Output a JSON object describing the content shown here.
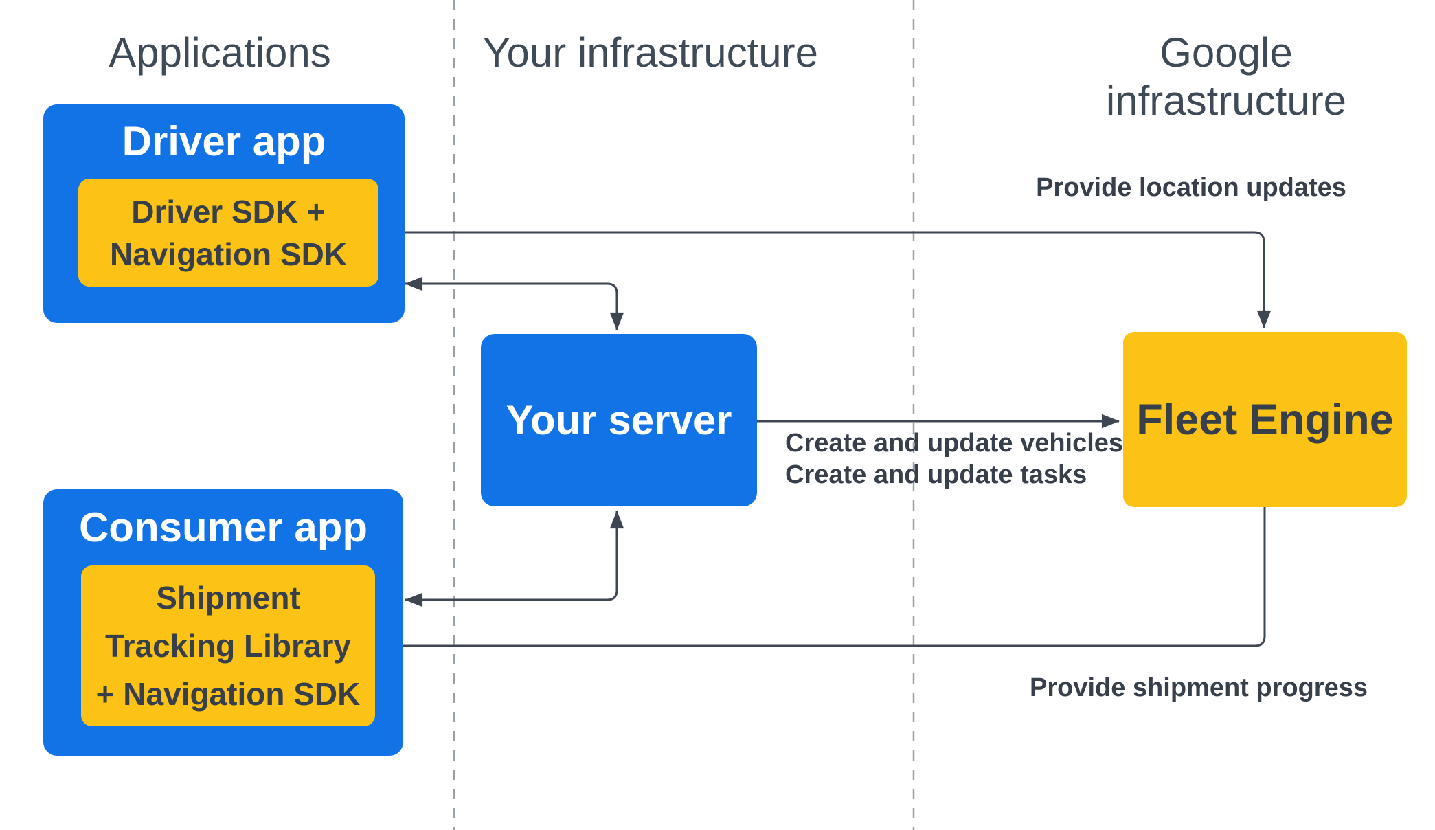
{
  "columns": [
    {
      "id": "applications",
      "label": "Applications"
    },
    {
      "id": "your_infrastructure",
      "label": "Your infrastructure"
    },
    {
      "id": "google_infrastructure",
      "label": "Google infrastructure"
    }
  ],
  "nodes": {
    "driver_app": {
      "title": "Driver app",
      "sdk": {
        "line1": "Driver SDK +",
        "line2": "Navigation SDK"
      }
    },
    "your_server": {
      "title": "Your server"
    },
    "fleet_engine": {
      "title": "Fleet Engine"
    },
    "consumer_app": {
      "title": "Consumer app",
      "library": {
        "line1": "Shipment",
        "line2": "Tracking Library",
        "line3": "+ Navigation SDK"
      }
    }
  },
  "edges": {
    "location_updates": {
      "label": "Provide location updates",
      "from": "Fleet Engine",
      "to": "Driver SDK + Navigation SDK",
      "bidirectional": true
    },
    "driver_app_your_server": {
      "from": "Your server",
      "to": "Driver app",
      "bidirectional": true
    },
    "create_update": {
      "line1": "Create and update vehicles",
      "line2": "Create and update tasks",
      "from": "Your server",
      "to": "Fleet Engine",
      "bidirectional": false
    },
    "consumer_app_your_server": {
      "from": "Your server",
      "to": "Consumer app",
      "bidirectional": true
    },
    "shipment_progress": {
      "label": "Provide shipment progress",
      "from": "Fleet Engine",
      "to": "Shipment Tracking Library + Navigation SDK",
      "bidirectional": false
    }
  },
  "colors": {
    "blue": "#1273E6",
    "yellow": "#FCC216",
    "arrow": "#3E4651",
    "dark_text": "#373F4A",
    "header_text": "#3F4A57",
    "divider": "#99A1A8",
    "bg": "#FFFFFF"
  }
}
